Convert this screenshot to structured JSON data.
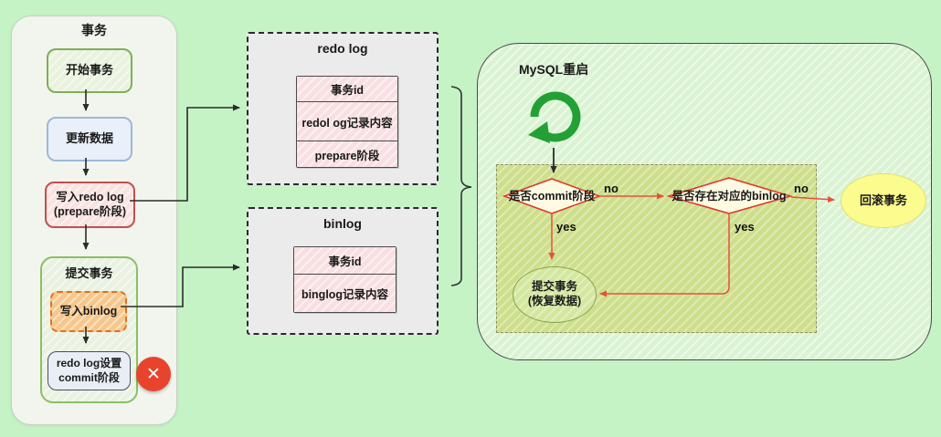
{
  "colors": {
    "page_bg": "#c5f3c5",
    "arrow_black": "#2b2b2b",
    "arrow_red": "#e8503c",
    "diamond_border": "#e0392e",
    "restart_green": "#22a035",
    "crash_red": "#e8432d"
  },
  "transaction_panel": {
    "title": "事务",
    "start_box": "开始事务",
    "update_box": "更新数据",
    "redo_box_line1": "写入redo log",
    "redo_box_line2": "(prepare阶段)",
    "commit_group_title": "提交事务",
    "write_binlog_box": "写入binlog",
    "set_commit_line1": "redo log设置",
    "set_commit_line2": "commit阶段",
    "crash_icon_glyph": "✕"
  },
  "redo_log_panel": {
    "title": "redo log",
    "rows": [
      "事务id",
      "redol og记录内容",
      "prepare阶段"
    ]
  },
  "binlog_panel": {
    "title": "binlog",
    "rows": [
      "事务id",
      "binglog记录内容"
    ]
  },
  "restart_panel": {
    "title": "MySQL重启",
    "decision_commit": "是否commit阶段",
    "decision_binlog": "是否存在对应的binlog",
    "no_label_1": "no",
    "yes_label_1": "yes",
    "no_label_2": "no",
    "yes_label_2": "yes",
    "rollback_ellipse": "回滚事务",
    "commit_ellipse_line1": "提交事务",
    "commit_ellipse_line2": "(恢复数据)"
  }
}
